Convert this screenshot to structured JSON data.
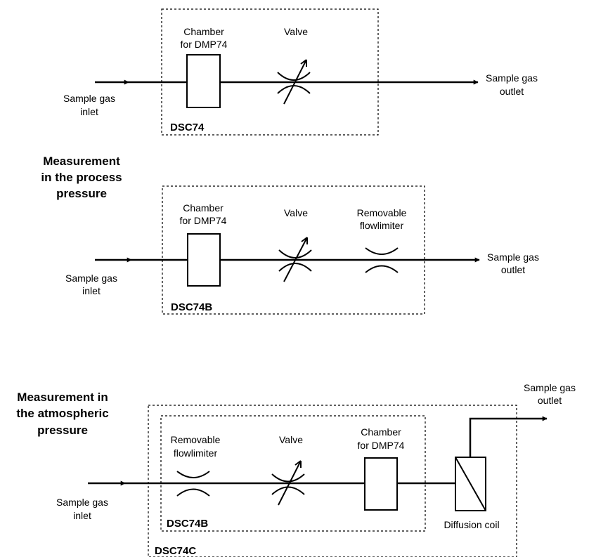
{
  "headings": {
    "process": [
      "Measurement",
      "in the process",
      "pressure"
    ],
    "atmospheric": [
      "Measurement in",
      "the atmospheric",
      "pressure"
    ]
  },
  "diagram1": {
    "system": "DSC74",
    "inlet": [
      "Sample gas",
      "inlet"
    ],
    "outlet": [
      "Sample gas",
      "outlet"
    ],
    "chamber": [
      "Chamber",
      "for DMP74"
    ],
    "valve": "Valve"
  },
  "diagram2": {
    "system": "DSC74B",
    "inlet": [
      "Sample gas",
      "inlet"
    ],
    "outlet": [
      "Sample gas",
      "outlet"
    ],
    "chamber": [
      "Chamber",
      "for DMP74"
    ],
    "valve": "Valve",
    "limiter": [
      "Removable",
      "flowlimiter"
    ]
  },
  "diagram3": {
    "outer_system": "DSC74C",
    "inner_system": "DSC74B",
    "inlet": [
      "Sample gas",
      "inlet"
    ],
    "outlet": [
      "Sample gas",
      "outlet"
    ],
    "limiter": [
      "Removable",
      "flowlimiter"
    ],
    "valve": "Valve",
    "chamber": [
      "Chamber",
      "for DMP74"
    ],
    "coil": "Diffusion coil"
  }
}
